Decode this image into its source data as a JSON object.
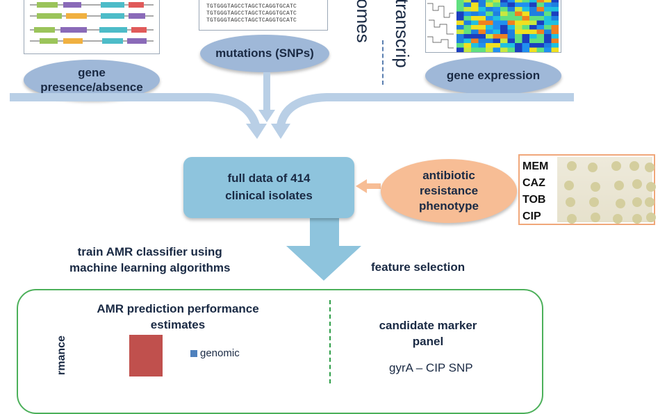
{
  "top": {
    "seq_lines": [
      "TGTGGGTAGCCTAGCTCAGGTGCATC",
      "TGTGGGTAGCCTAGCTCAGGTGCATC",
      "TGTGGGTAGCCTAGCTCAGGTGCATC"
    ],
    "gene_label": "gene presence/absence",
    "gene_label_line1": "gene",
    "gene_label_line2": "presence/absence",
    "snp_label": "mutations (SNPs)",
    "genomes_text": "omes",
    "transcript_text": "transcrip",
    "expression_label": "gene expression"
  },
  "middle": {
    "box_line1": "full data of 414",
    "box_line2": "clinical isolates",
    "phenotype_line1": "antibiotic",
    "phenotype_line2": "resistance",
    "phenotype_line3": "phenotype",
    "plate_labels": [
      "MEM",
      "CAZ",
      "TOB",
      "CIP"
    ],
    "train_line1": "train AMR classifier using",
    "train_line2": "machine learning algorithms",
    "feature_selection": "feature selection"
  },
  "bottom": {
    "perf_line1": "AMR prediction performance",
    "perf_line2": "estimates",
    "yaxis_label": "rmance",
    "legend_genomic": "genomic",
    "marker_line1": "candidate marker",
    "marker_line2": "panel",
    "marker_item": "gyrA – CIP SNP"
  },
  "colors": {
    "ellipse": "#9fb8d8",
    "box": "#8ec4dd",
    "phenotype": "#f7bd95",
    "arrow": "#b9cfe6",
    "big_arrow": "#8ec4dd",
    "green": "#4cb05a",
    "bar": "#c0504d",
    "legend_square": "#4f81bd"
  },
  "chart_data": {
    "type": "bar",
    "categories": [
      ""
    ],
    "series": [
      {
        "name": "genomic",
        "values": [
          0.65
        ]
      }
    ],
    "ylim": [
      0,
      1
    ]
  }
}
